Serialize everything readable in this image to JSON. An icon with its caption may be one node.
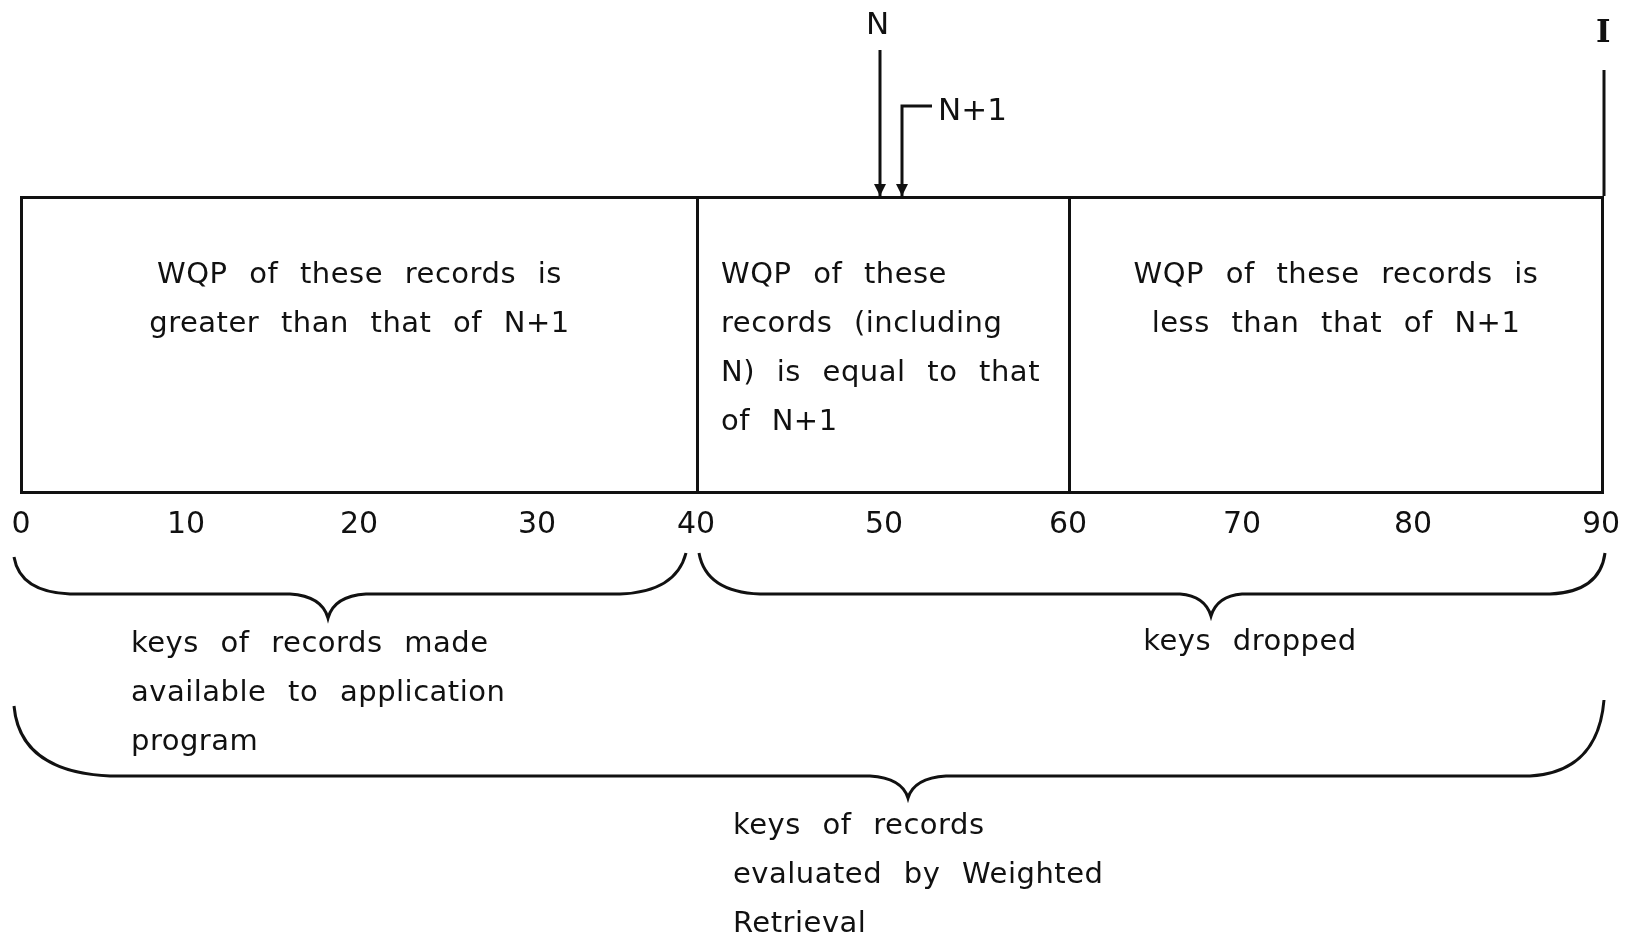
{
  "diagram": {
    "nodes": [
      {
        "text": [
          "WQP of these records is greater than that of N+1"
        ]
      },
      {
        "text": [
          "WQP of these records (including N) is equal to that of N+1"
        ]
      },
      {
        "text": [
          "WQP of these records is less than that of N+1"
        ]
      },
      {
        "text": [
          "N"
        ]
      },
      {
        "text": [
          "N+1"
        ]
      },
      {
        "text": [
          "I"
        ]
      }
    ],
    "edges": [
      {
        "from": 3,
        "to": 1,
        "arrow": "to"
      },
      {
        "from": 4,
        "to": 1,
        "arrow": "to"
      },
      {
        "from": 5,
        "to": 2,
        "arrow": "none"
      }
    ],
    "labels": [
      "0",
      "10",
      "20",
      "30",
      "40",
      "50",
      "60",
      "70",
      "80",
      "90",
      "keys of records made available to application program",
      "keys dropped",
      "keys of records evaluated by Weighted Retrieval"
    ]
  }
}
